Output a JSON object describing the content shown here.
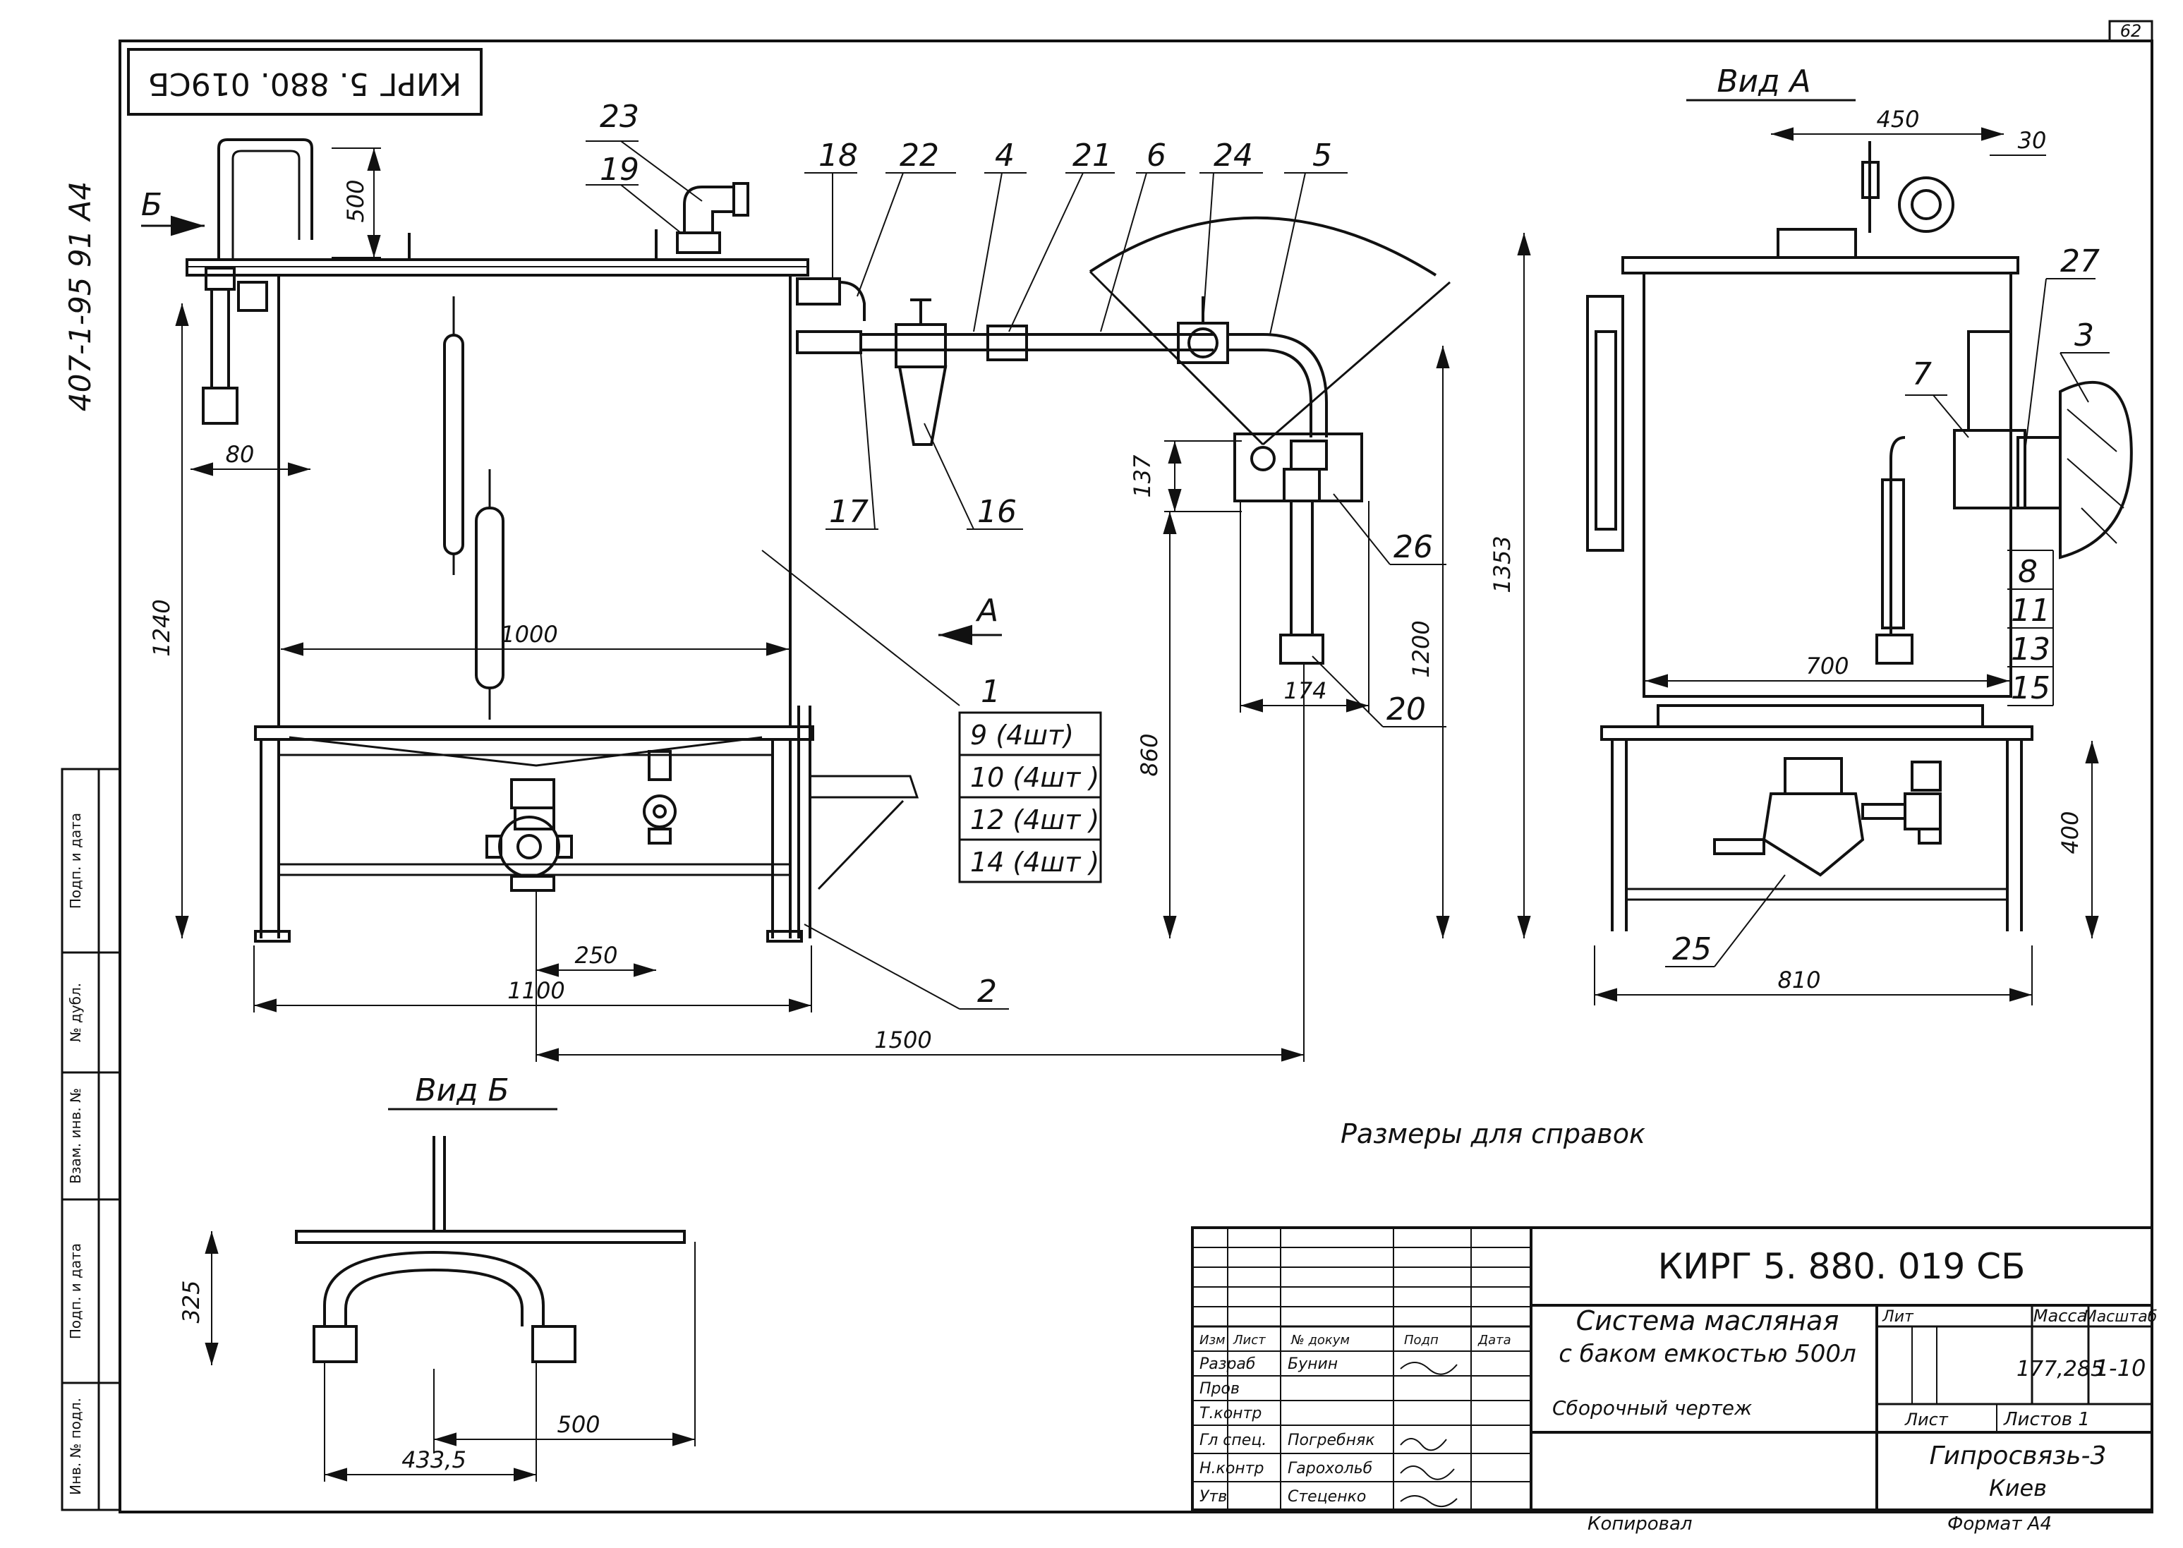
{
  "sheet": {
    "page_number": "62",
    "code_rotated": "КИРГ 5. 880. 019СБ",
    "side_code": "407-1-95 91 А4",
    "note": "Размеры для справок"
  },
  "views": {
    "view_a_title": "Вид А",
    "view_b_title": "Вид Б",
    "view_b_marker": "Б",
    "view_a_marker": "А"
  },
  "dimensions": {
    "d500": "500",
    "d80": "80",
    "d1240": "1240",
    "d1000": "1000",
    "d250": "250",
    "d1100": "1100",
    "d1500": "1500",
    "d137": "137",
    "d860": "860",
    "d1200": "1200",
    "d174": "174",
    "d450": "450",
    "d30": "30",
    "d1353": "1353",
    "d700": "700",
    "d400": "400",
    "d810": "810",
    "d325": "325",
    "d433": "433,5",
    "d500b": "500"
  },
  "callouts": {
    "c23": "23",
    "c19": "19",
    "c18": "18",
    "c22": "22",
    "c4": "4",
    "c21": "21",
    "c6": "6",
    "c24": "24",
    "c5": "5",
    "c17": "17",
    "c16": "16",
    "c26": "26",
    "c20": "20",
    "c2": "2",
    "c1": "1",
    "c27": "27",
    "c3": "3",
    "c7": "7",
    "c8": "8",
    "c11": "11",
    "c13": "13",
    "c15": "15",
    "c25": "25"
  },
  "callout_table": [
    "9 (4шт)",
    "10 (4шт )",
    "12 (4шт )",
    "14 (4шт )"
  ],
  "side_stamp": {
    "labels": [
      "Подп. и дата",
      "№ дубл.",
      "Взам. инв. №",
      "Подп. и дата",
      "Инв. № подл."
    ]
  },
  "title_block": {
    "designation": "КИРГ 5. 880. 019   СБ",
    "name_line1": "Система масляная",
    "name_line2": "с баком емкостью 500л",
    "doc_type": "Сборочный чертеж",
    "col_lit": "Лит",
    "col_mass": "Масса",
    "col_scale": "Масштаб",
    "mass_value": "177,285",
    "scale_value": "1-10",
    "sheet_label": "Лист",
    "sheets_label": "Листов 1",
    "org_line1": "Гипросвязь-3",
    "org_line2": "Киев",
    "header_row": [
      "Изм",
      "Лист",
      "№ докум",
      "Подп",
      "Дата"
    ],
    "roles": [
      {
        "role": "Разраб",
        "name": "Бунин",
        "sign": "подпись"
      },
      {
        "role": "Пров",
        "name": "",
        "sign": ""
      },
      {
        "role": "Т.контр",
        "name": "",
        "sign": ""
      },
      {
        "role": "Гл спец.",
        "name": "Погребняк",
        "sign": "подпись"
      },
      {
        "role": "Н.контр",
        "name": "Гарохольб",
        "sign": "подпись"
      },
      {
        "role": "Утв",
        "name": "Стеценко",
        "sign": "подпись"
      }
    ],
    "copied": "Копировал",
    "format": "Формат А4"
  }
}
